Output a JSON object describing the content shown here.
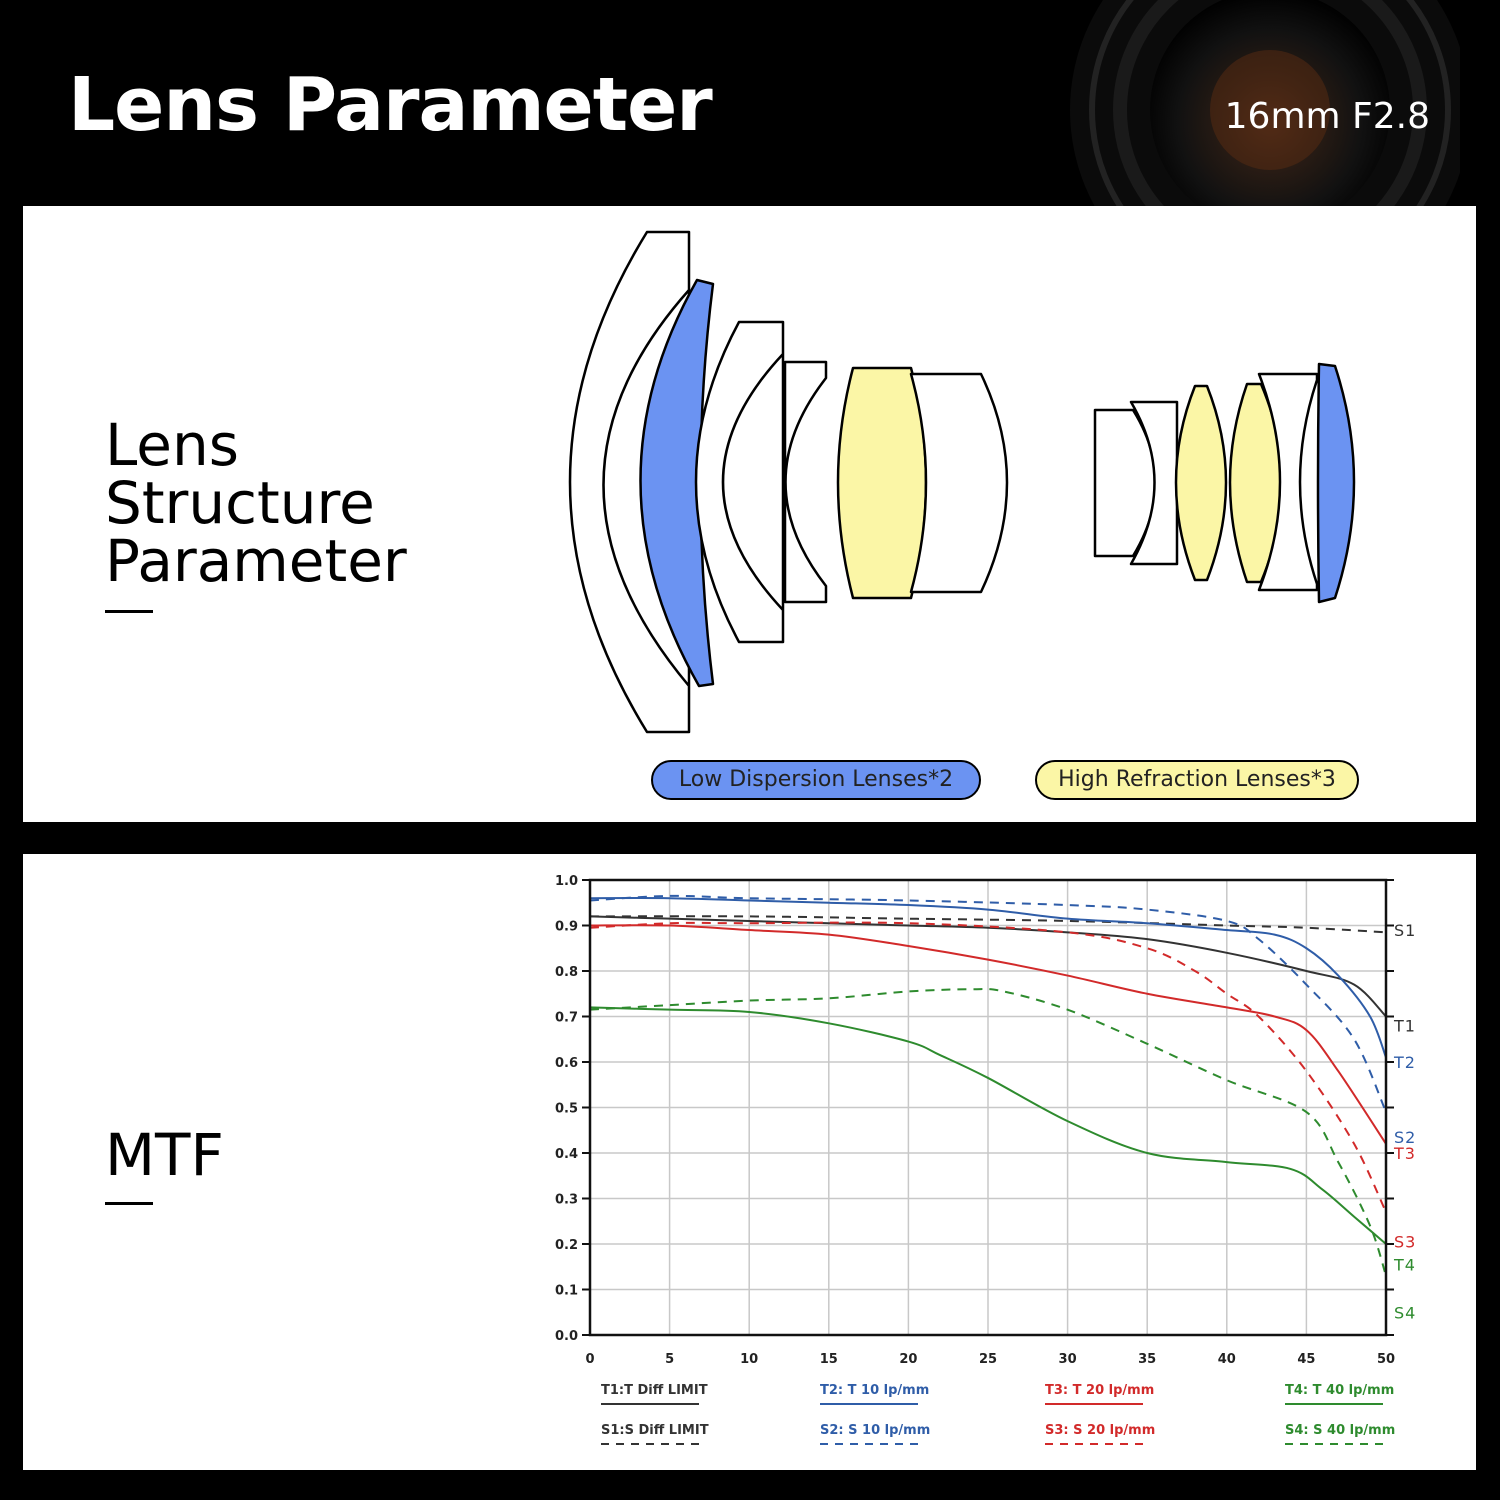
{
  "header": {
    "title": "Lens Parameter",
    "model": "16mm F2.8"
  },
  "structure": {
    "label_lines": [
      "Lens",
      "Structure",
      "Parameter"
    ],
    "legend": [
      {
        "text": "Low Dispersion Lenses*2",
        "color": "#6b93f2"
      },
      {
        "text": "High Refraction Lenses*3",
        "color": "#fbf6a6"
      }
    ]
  },
  "mtf": {
    "label": "MTF"
  },
  "chart_data": {
    "type": "line",
    "xlabel": "",
    "ylabel": "",
    "xlim": [
      0,
      50
    ],
    "ylim": [
      0,
      1.0
    ],
    "x_ticks": [
      0,
      5,
      10,
      15,
      20,
      25,
      30,
      35,
      40,
      45,
      50
    ],
    "y_ticks": [
      "0.0",
      "0.1",
      "0.2",
      "0.3",
      "0.4",
      "0.5",
      "0.6",
      "0.7",
      "0.8",
      "0.9",
      "1.0"
    ],
    "grid": true,
    "series": [
      {
        "id": "T1",
        "name": "T1:T Diff LIMIT",
        "color": "#333333",
        "dashed": false,
        "x": [
          0,
          5,
          10,
          15,
          20,
          25,
          30,
          35,
          40,
          45,
          48,
          50
        ],
        "y": [
          0.92,
          0.915,
          0.91,
          0.905,
          0.9,
          0.895,
          0.885,
          0.87,
          0.84,
          0.8,
          0.77,
          0.7
        ]
      },
      {
        "id": "S1",
        "name": "S1:S Diff LIMIT",
        "color": "#333333",
        "dashed": true,
        "x": [
          0,
          10,
          20,
          30,
          40,
          45,
          50
        ],
        "y": [
          0.92,
          0.92,
          0.915,
          0.91,
          0.9,
          0.895,
          0.885
        ]
      },
      {
        "id": "T2",
        "name": "T2: T 10 lp/mm",
        "color": "#2f5da8",
        "dashed": false,
        "x": [
          0,
          5,
          10,
          15,
          20,
          25,
          30,
          35,
          40,
          43,
          45,
          47,
          49,
          50
        ],
        "y": [
          0.96,
          0.96,
          0.955,
          0.95,
          0.945,
          0.935,
          0.915,
          0.905,
          0.89,
          0.88,
          0.85,
          0.79,
          0.7,
          0.61
        ]
      },
      {
        "id": "S2",
        "name": "S2: S  10 lp/mm",
        "color": "#2f5da8",
        "dashed": true,
        "x": [
          0,
          5,
          10,
          20,
          30,
          35,
          40,
          42,
          45,
          48,
          50
        ],
        "y": [
          0.955,
          0.965,
          0.96,
          0.955,
          0.945,
          0.935,
          0.91,
          0.87,
          0.77,
          0.65,
          0.49
        ]
      },
      {
        "id": "T3",
        "name": "T3: T 20 lp/mm",
        "color": "#d22a2a",
        "dashed": false,
        "x": [
          0,
          5,
          10,
          15,
          20,
          25,
          30,
          35,
          40,
          43,
          45,
          47,
          50
        ],
        "y": [
          0.9,
          0.9,
          0.89,
          0.88,
          0.855,
          0.825,
          0.79,
          0.75,
          0.72,
          0.7,
          0.67,
          0.58,
          0.42
        ]
      },
      {
        "id": "S3",
        "name": "S3: S  20 lp/mm",
        "color": "#d22a2a",
        "dashed": true,
        "x": [
          0,
          5,
          10,
          20,
          30,
          35,
          38,
          40,
          42,
          45,
          48,
          50
        ],
        "y": [
          0.895,
          0.905,
          0.905,
          0.905,
          0.885,
          0.85,
          0.8,
          0.75,
          0.7,
          0.58,
          0.42,
          0.27
        ]
      },
      {
        "id": "T4",
        "name": "T4: T 40 lp/mm",
        "color": "#2e8b2e",
        "dashed": false,
        "x": [
          0,
          5,
          10,
          15,
          20,
          22,
          25,
          30,
          35,
          40,
          44,
          46,
          48,
          50
        ],
        "y": [
          0.72,
          0.715,
          0.71,
          0.685,
          0.645,
          0.615,
          0.565,
          0.47,
          0.4,
          0.38,
          0.365,
          0.32,
          0.26,
          0.2
        ]
      },
      {
        "id": "S4",
        "name": "S4: S 40 lp/mm",
        "color": "#2e8b2e",
        "dashed": true,
        "x": [
          0,
          5,
          10,
          15,
          20,
          24,
          26,
          30,
          35,
          40,
          45,
          47,
          49,
          50
        ],
        "y": [
          0.715,
          0.725,
          0.735,
          0.74,
          0.755,
          0.76,
          0.755,
          0.715,
          0.64,
          0.56,
          0.49,
          0.38,
          0.24,
          0.13
        ]
      }
    ],
    "end_labels": [
      {
        "text": "S1",
        "color": "#333333",
        "y": 0.89
      },
      {
        "text": "T1",
        "color": "#333333",
        "y": 0.68
      },
      {
        "text": "T2",
        "color": "#2f5da8",
        "y": 0.6
      },
      {
        "text": "S2",
        "color": "#2f5da8",
        "y": 0.435
      },
      {
        "text": "T3",
        "color": "#d22a2a",
        "y": 0.4
      },
      {
        "text": "S3",
        "color": "#d22a2a",
        "y": 0.205
      },
      {
        "text": "T4",
        "color": "#2e8b2e",
        "y": 0.155
      },
      {
        "text": "S4",
        "color": "#2e8b2e",
        "y": 0.05
      }
    ]
  }
}
